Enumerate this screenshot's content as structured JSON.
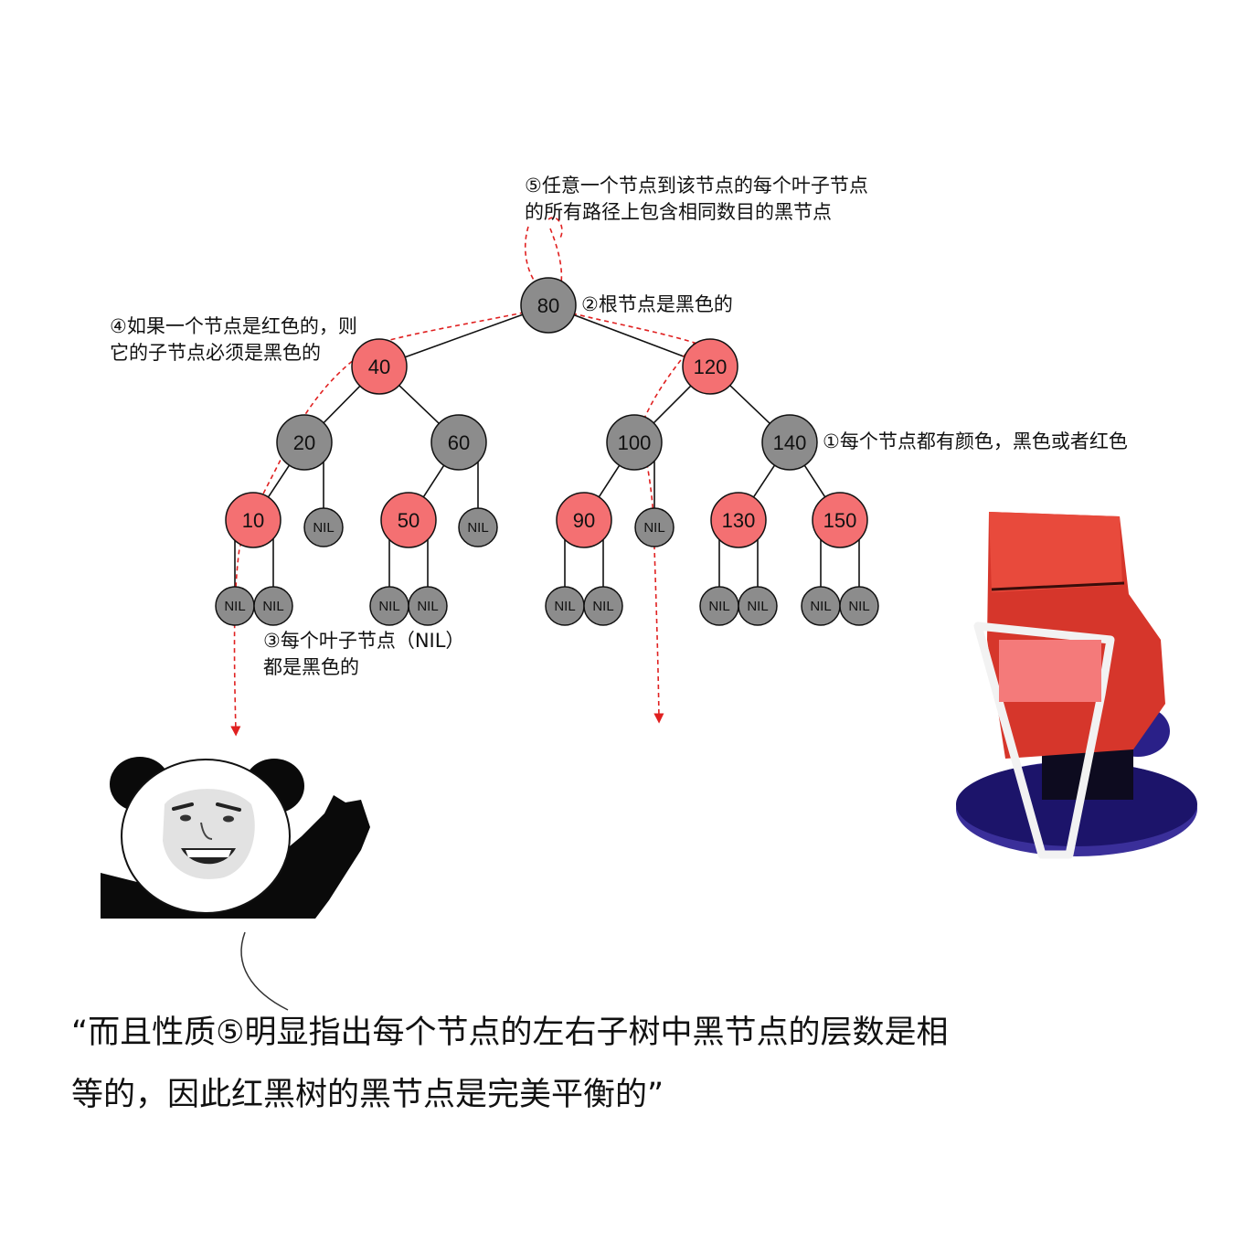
{
  "tree": {
    "nodes": [
      {
        "id": "n80",
        "label": "80",
        "color": "black"
      },
      {
        "id": "n40",
        "label": "40",
        "color": "red"
      },
      {
        "id": "n120",
        "label": "120",
        "color": "red"
      },
      {
        "id": "n20",
        "label": "20",
        "color": "black"
      },
      {
        "id": "n60",
        "label": "60",
        "color": "black"
      },
      {
        "id": "n100",
        "label": "100",
        "color": "black"
      },
      {
        "id": "n140",
        "label": "140",
        "color": "black"
      },
      {
        "id": "n10",
        "label": "10",
        "color": "red"
      },
      {
        "id": "n50",
        "label": "50",
        "color": "red"
      },
      {
        "id": "n90",
        "label": "90",
        "color": "red"
      },
      {
        "id": "n130",
        "label": "130",
        "color": "red"
      },
      {
        "id": "n150",
        "label": "150",
        "color": "red"
      },
      {
        "id": "nil20r",
        "label": "NIL",
        "color": "black",
        "nil": true
      },
      {
        "id": "nil60r",
        "label": "NIL",
        "color": "black",
        "nil": true
      },
      {
        "id": "nil100r",
        "label": "NIL",
        "color": "black",
        "nil": true
      },
      {
        "id": "nil10l",
        "label": "NIL",
        "color": "black",
        "nil": true
      },
      {
        "id": "nil10r",
        "label": "NIL",
        "color": "black",
        "nil": true
      },
      {
        "id": "nil50l",
        "label": "NIL",
        "color": "black",
        "nil": true
      },
      {
        "id": "nil50r",
        "label": "NIL",
        "color": "black",
        "nil": true
      },
      {
        "id": "nil90l",
        "label": "NIL",
        "color": "black",
        "nil": true
      },
      {
        "id": "nil90r",
        "label": "NIL",
        "color": "black",
        "nil": true
      },
      {
        "id": "nil130l",
        "label": "NIL",
        "color": "black",
        "nil": true
      },
      {
        "id": "nil130r",
        "label": "NIL",
        "color": "black",
        "nil": true
      },
      {
        "id": "nil150l",
        "label": "NIL",
        "color": "black",
        "nil": true
      },
      {
        "id": "nil150r",
        "label": "NIL",
        "color": "black",
        "nil": true
      }
    ],
    "edges": [
      [
        "n80",
        "n40"
      ],
      [
        "n80",
        "n120"
      ],
      [
        "n40",
        "n20"
      ],
      [
        "n40",
        "n60"
      ],
      [
        "n120",
        "n100"
      ],
      [
        "n120",
        "n140"
      ],
      [
        "n20",
        "n10"
      ],
      [
        "n20",
        "nil20r"
      ],
      [
        "n60",
        "n50"
      ],
      [
        "n60",
        "nil60r"
      ],
      [
        "n100",
        "n90"
      ],
      [
        "n100",
        "nil100r"
      ],
      [
        "n140",
        "n130"
      ],
      [
        "n140",
        "n150"
      ],
      [
        "n10",
        "nil10l"
      ],
      [
        "n10",
        "nil10r"
      ],
      [
        "n50",
        "nil50l"
      ],
      [
        "n50",
        "nil50r"
      ],
      [
        "n90",
        "nil90l"
      ],
      [
        "n90",
        "nil90r"
      ],
      [
        "n130",
        "nil130l"
      ],
      [
        "n130",
        "nil130r"
      ],
      [
        "n150",
        "nil150l"
      ],
      [
        "n150",
        "nil150r"
      ]
    ]
  },
  "colors": {
    "black_node": "#8c8c8c",
    "red_node": "#f47072",
    "edge": "#111111",
    "path": "#e02020"
  },
  "annotations": {
    "rule1": "①每个节点都有颜色，黑色或者红色",
    "rule2": "②根节点是黑色的",
    "rule3": "③每个叶子节点（NIL）\n都是黑色的",
    "rule4": "④如果一个节点是红色的，则\n它的子节点必须是黑色的",
    "rule5": "⑤任意一个节点到该节点的每个叶子节点\n的所有路径上包含相同数目的黑节点"
  },
  "quote": "“而且性质⑤明显指出每个节点的左右子树中黑节点的层数是相\n等的，因此红黑树的黑节点是完美平衡的”",
  "images": {
    "left": "panda-meme-icon",
    "right": "red-chair-icon"
  }
}
